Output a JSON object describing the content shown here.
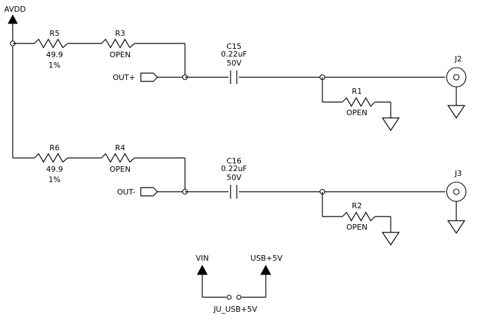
{
  "rails": {
    "avdd": "AVDD",
    "vin": "VIN",
    "usb5v": "USB+5V"
  },
  "jumper": {
    "name": "JU_USB+5V"
  },
  "channels": [
    {
      "series_res": {
        "ref": "R5",
        "value": "49.9",
        "tol": "1%"
      },
      "shunt_res": {
        "ref": "R3",
        "value": "OPEN"
      },
      "output_port": "OUT+",
      "capacitor": {
        "ref": "C15",
        "value": "0.22uF",
        "voltage": "50V"
      },
      "load_res": {
        "ref": "R1",
        "value": "OPEN"
      },
      "connector": "J2"
    },
    {
      "series_res": {
        "ref": "R6",
        "value": "49.9",
        "tol": "1%"
      },
      "shunt_res": {
        "ref": "R4",
        "value": "OPEN"
      },
      "output_port": "OUT-",
      "capacitor": {
        "ref": "C16",
        "value": "0.22uF",
        "voltage": "50V"
      },
      "load_res": {
        "ref": "R2",
        "value": "OPEN"
      },
      "connector": "J3"
    }
  ]
}
